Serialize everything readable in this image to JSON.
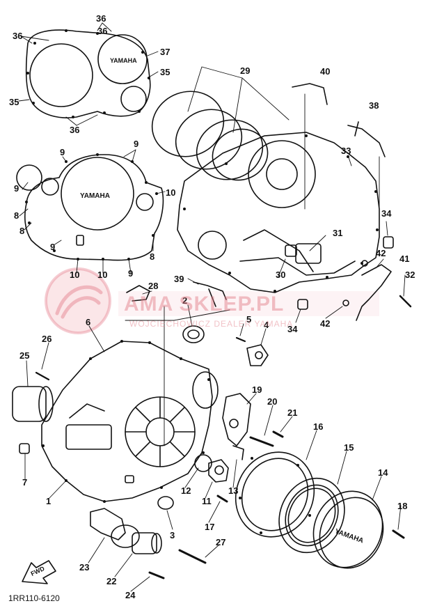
{
  "diagram": {
    "code": "1RR110-6120",
    "fwd_label": "FWD",
    "brand_text": "YAMAHA",
    "watermark": {
      "name": "AMA SKLEP.PL",
      "subtitle": "WOJCIECHOWICZ DEALER YAMAHA"
    },
    "callouts": [
      {
        "id": "c36a",
        "text": "36"
      },
      {
        "id": "c36b",
        "text": "36"
      },
      {
        "id": "c36c",
        "text": "36"
      },
      {
        "id": "c36d",
        "text": "36"
      },
      {
        "id": "c37",
        "text": "37"
      },
      {
        "id": "c35a",
        "text": "35"
      },
      {
        "id": "c35b",
        "text": "35"
      },
      {
        "id": "c29",
        "text": "29"
      },
      {
        "id": "c40",
        "text": "40"
      },
      {
        "id": "c38",
        "text": "38"
      },
      {
        "id": "c33",
        "text": "33"
      },
      {
        "id": "c9a",
        "text": "9"
      },
      {
        "id": "c9b",
        "text": "9"
      },
      {
        "id": "c9c",
        "text": "9"
      },
      {
        "id": "c9d",
        "text": "9"
      },
      {
        "id": "c9e",
        "text": "9"
      },
      {
        "id": "c10a",
        "text": "10"
      },
      {
        "id": "c10b",
        "text": "10"
      },
      {
        "id": "c10c",
        "text": "10"
      },
      {
        "id": "c8a",
        "text": "8"
      },
      {
        "id": "c8b",
        "text": "8"
      },
      {
        "id": "c8c",
        "text": "8"
      },
      {
        "id": "c34a",
        "text": "34"
      },
      {
        "id": "c31",
        "text": "31"
      },
      {
        "id": "c41",
        "text": "41"
      },
      {
        "id": "c42a",
        "text": "42"
      },
      {
        "id": "c32",
        "text": "32"
      },
      {
        "id": "c30",
        "text": "30"
      },
      {
        "id": "c39",
        "text": "39"
      },
      {
        "id": "c28",
        "text": "28"
      },
      {
        "id": "c42b",
        "text": "42"
      },
      {
        "id": "c34b",
        "text": "34"
      },
      {
        "id": "c2",
        "text": "2"
      },
      {
        "id": "c6",
        "text": "6"
      },
      {
        "id": "c5",
        "text": "5"
      },
      {
        "id": "c4",
        "text": "4"
      },
      {
        "id": "c26",
        "text": "26"
      },
      {
        "id": "c25",
        "text": "25"
      },
      {
        "id": "c19",
        "text": "19"
      },
      {
        "id": "c20",
        "text": "20"
      },
      {
        "id": "c21",
        "text": "21"
      },
      {
        "id": "c16",
        "text": "16"
      },
      {
        "id": "c15",
        "text": "15"
      },
      {
        "id": "c14",
        "text": "14"
      },
      {
        "id": "c7",
        "text": "7"
      },
      {
        "id": "c1",
        "text": "1"
      },
      {
        "id": "c12",
        "text": "12"
      },
      {
        "id": "c11",
        "text": "11"
      },
      {
        "id": "c13",
        "text": "13"
      },
      {
        "id": "c18",
        "text": "18"
      },
      {
        "id": "c17",
        "text": "17"
      },
      {
        "id": "c3",
        "text": "3"
      },
      {
        "id": "c27",
        "text": "27"
      },
      {
        "id": "c23",
        "text": "23"
      },
      {
        "id": "c22",
        "text": "22"
      },
      {
        "id": "c24",
        "text": "24"
      }
    ]
  }
}
